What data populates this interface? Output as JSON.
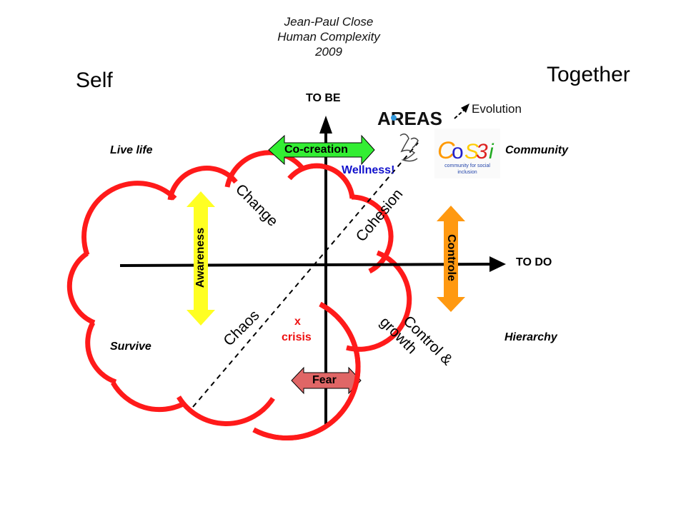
{
  "credit": {
    "author": "Jean-Paul Close",
    "title": "Human Complexity",
    "year": "2009"
  },
  "corners": {
    "left": "Self",
    "right": "Together"
  },
  "axes": {
    "vertical": "TO BE",
    "horizontal": "TO DO"
  },
  "quadrants": {
    "top_left": "Live life",
    "top_right": "Community",
    "bottom_left": "Survive",
    "bottom_right": "Hierarchy"
  },
  "arrows": {
    "cocreation": "Co-creation",
    "awareness": "Awareness",
    "controle": "Controle",
    "fear": "Fear",
    "evolution": "Evolution"
  },
  "phases": {
    "change": "Change",
    "cohesion": "Cohesion",
    "chaos": "Chaos",
    "control_line1": "Control &",
    "control_line2": "growth"
  },
  "markers": {
    "wellness": "Wellness!",
    "crisis_x": "x",
    "crisis": "crisis"
  },
  "logos": {
    "areas": "AREAS",
    "cosi": "CoS3i",
    "cosi_tagline1": "community for social",
    "cosi_tagline2": "inclusion",
    "handwritten": "Van Morbee"
  },
  "colors": {
    "cloud": "#ff1a1a",
    "cocreation": "#33ee33",
    "awareness": "#ffff22",
    "controle": "#ff9911",
    "fear": "#e06666",
    "wellness": "#1111cc",
    "crisis": "#ee1111"
  }
}
